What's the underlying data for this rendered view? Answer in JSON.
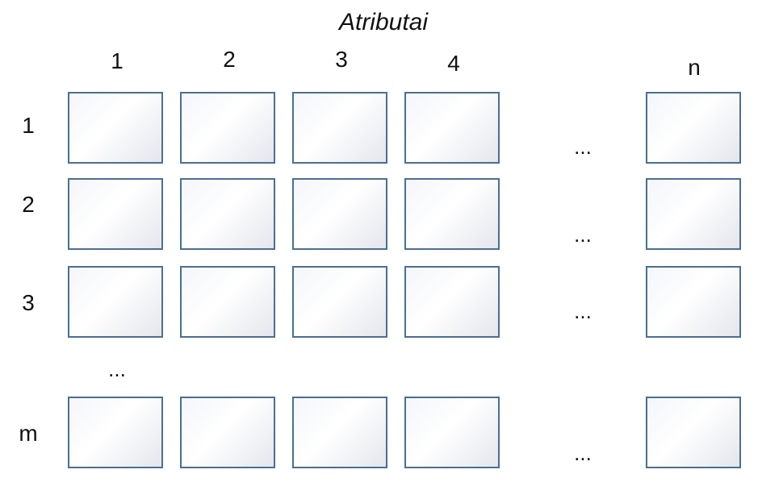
{
  "title": "Atributai",
  "columns": [
    "1",
    "2",
    "3",
    "4",
    "n"
  ],
  "rows": [
    "1",
    "2",
    "3",
    "m"
  ],
  "ellipsis": "...",
  "colors": {
    "cell_border": "#4a6f93",
    "cell_fill_light": "#ffffff",
    "cell_fill_dark": "#e4e6ec",
    "text": "#111111"
  }
}
